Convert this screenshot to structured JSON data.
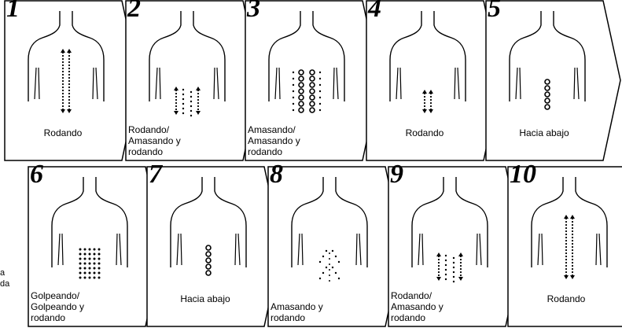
{
  "steps": [
    {
      "number": "1",
      "label_lines": [
        "Rodando"
      ],
      "pattern": "long-arrows"
    },
    {
      "number": "2",
      "label_lines": [
        "Rodando/",
        "Amasando y",
        "rodando"
      ],
      "pattern": "mixed"
    },
    {
      "number": "3",
      "label_lines": [
        "Amasando/",
        "Amasando y",
        "rodando"
      ],
      "pattern": "dense-circles"
    },
    {
      "number": "4",
      "label_lines": [
        "Rodando"
      ],
      "pattern": "short-arrows"
    },
    {
      "number": "5",
      "label_lines": [
        "Hacia abajo"
      ],
      "pattern": "circles"
    },
    {
      "number": "6",
      "label_lines": [
        "Golpeando/",
        "Golpeando y",
        "rodando"
      ],
      "pattern": "dots"
    },
    {
      "number": "7",
      "label_lines": [
        "Hacia abajo"
      ],
      "pattern": "circles"
    },
    {
      "number": "8",
      "label_lines": [
        "Amasando y",
        "rodando"
      ],
      "pattern": "scatter"
    },
    {
      "number": "9",
      "label_lines": [
        "Rodando/",
        "Amasando y",
        "rodando"
      ],
      "pattern": "mixed"
    },
    {
      "number": "10",
      "label_lines": [
        "Rodando"
      ],
      "pattern": "long-arrows"
    }
  ],
  "side_note_lines": [
    "a",
    "da"
  ]
}
